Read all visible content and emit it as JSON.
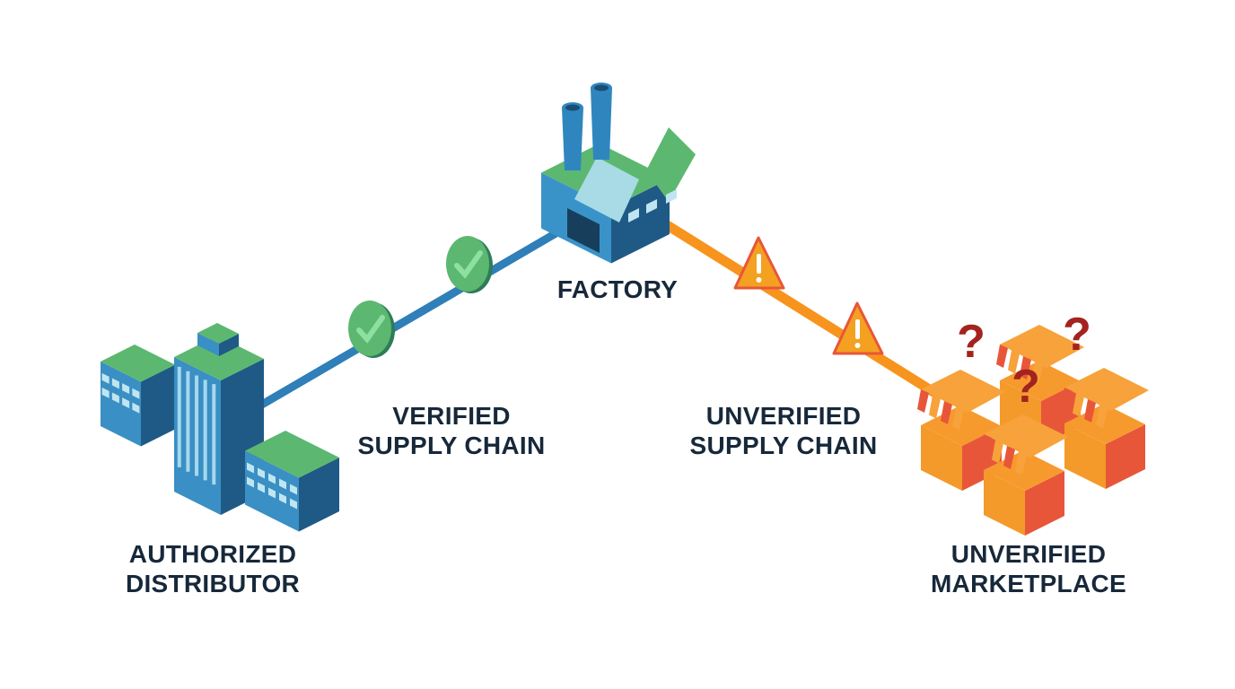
{
  "nodes": {
    "factory": {
      "label": "FACTORY"
    },
    "distributor": {
      "line1": "AUTHORIZED",
      "line2": "DISTRIBUTOR"
    },
    "marketplace": {
      "line1": "UNVERIFIED",
      "line2": "MARKETPLACE"
    }
  },
  "links": {
    "verified": {
      "line1": "VERIFIED",
      "line2": "SUPPLY CHAIN",
      "icon": "check-badge-icon",
      "color": "#2f7fb8"
    },
    "unverified": {
      "line1": "UNVERIFIED",
      "line2": "SUPPLY CHAIN",
      "icon": "warning-triangle-icon",
      "color": "#f7941d"
    }
  },
  "colors": {
    "blue": "#3a8fc4",
    "dark_blue": "#1f5a86",
    "green": "#5cb870",
    "orange": "#f7941d",
    "red": "#e8563a",
    "question": "#a3231f",
    "text": "#17283a"
  }
}
